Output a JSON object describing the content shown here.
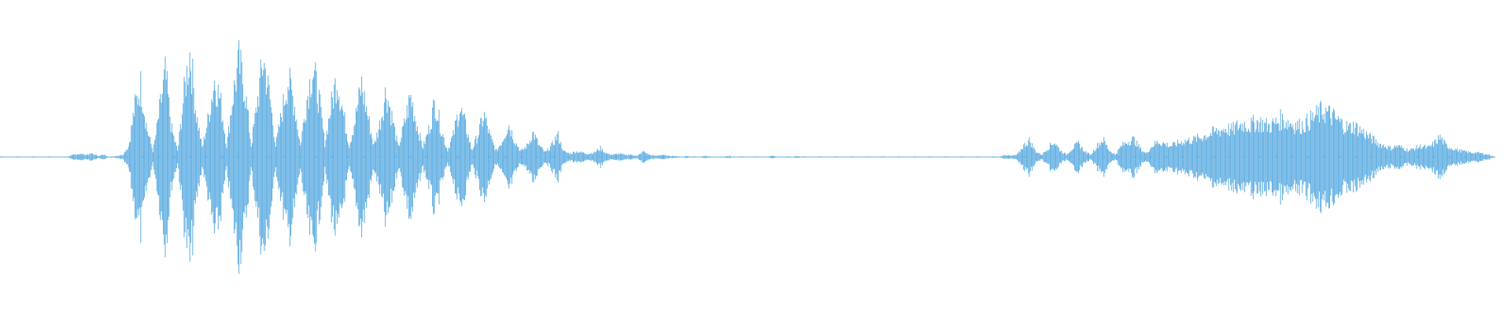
{
  "waveform": {
    "color": "#5DADE2",
    "background": "#FFFFFF",
    "centerline": "visible",
    "amplitude_envelope": [
      0.0,
      0.0,
      0.0,
      0.0,
      0.0,
      0.0,
      0.0,
      0.0,
      0.0,
      0.0,
      0.0,
      0.0,
      0.02,
      0.03,
      0.02,
      0.03,
      0.01,
      0.02,
      0.0,
      0.01,
      0.02,
      0.1,
      0.45,
      0.65,
      0.25,
      0.05,
      0.4,
      0.75,
      0.25,
      0.05,
      0.55,
      0.95,
      0.4,
      0.08,
      0.35,
      0.7,
      0.5,
      0.1,
      0.55,
      0.85,
      0.6,
      0.1,
      0.5,
      0.88,
      0.55,
      0.1,
      0.4,
      0.7,
      0.5,
      0.1,
      0.5,
      0.8,
      0.55,
      0.12,
      0.45,
      0.72,
      0.4,
      0.1,
      0.35,
      0.65,
      0.38,
      0.1,
      0.3,
      0.6,
      0.35,
      0.08,
      0.3,
      0.55,
      0.3,
      0.08,
      0.25,
      0.5,
      0.25,
      0.06,
      0.2,
      0.45,
      0.28,
      0.06,
      0.2,
      0.38,
      0.18,
      0.05,
      0.15,
      0.3,
      0.15,
      0.05,
      0.1,
      0.22,
      0.1,
      0.04,
      0.1,
      0.2,
      0.05,
      0.03,
      0.05,
      0.04,
      0.03,
      0.04,
      0.08,
      0.03,
      0.02,
      0.03,
      0.02,
      0.02,
      0.01,
      0.05,
      0.02,
      0.01,
      0.02,
      0.01,
      0.01,
      0.0,
      0.01,
      0.0,
      0.0,
      0.01,
      0.0,
      0.0,
      0.0,
      0.01,
      0.0,
      0.0,
      0.0,
      0.0,
      0.0,
      0.0,
      0.01,
      0.0,
      0.0,
      0.0,
      0.01,
      0.0,
      0.0,
      0.0,
      0.0,
      0.0,
      0.0,
      0.0,
      0.0,
      0.0,
      0.0,
      0.0,
      0.0,
      0.0,
      0.0,
      0.0,
      0.0,
      0.0,
      0.0,
      0.0,
      0.0,
      0.0,
      0.0,
      0.0,
      0.0,
      0.0,
      0.0,
      0.0,
      0.0,
      0.0,
      0.0,
      0.0,
      0.0,
      0.0,
      0.02,
      0.01,
      0.02,
      0.1,
      0.15,
      0.05,
      0.02,
      0.08,
      0.14,
      0.06,
      0.02,
      0.08,
      0.12,
      0.05,
      0.02,
      0.1,
      0.16,
      0.06,
      0.02,
      0.1,
      0.14,
      0.16,
      0.08,
      0.03,
      0.1,
      0.14,
      0.12,
      0.1,
      0.12,
      0.14,
      0.15,
      0.16,
      0.18,
      0.2,
      0.22,
      0.24,
      0.26,
      0.24,
      0.28,
      0.3,
      0.28,
      0.32,
      0.3,
      0.28,
      0.3,
      0.34,
      0.32,
      0.3,
      0.28,
      0.3,
      0.34,
      0.38,
      0.42,
      0.38,
      0.34,
      0.3,
      0.26,
      0.28,
      0.24,
      0.2,
      0.16,
      0.12,
      0.1,
      0.08,
      0.1,
      0.08,
      0.06,
      0.08,
      0.1,
      0.08,
      0.12,
      0.18,
      0.1,
      0.08,
      0.06,
      0.05,
      0.04,
      0.04,
      0.03,
      0.02,
      0.0
    ]
  }
}
